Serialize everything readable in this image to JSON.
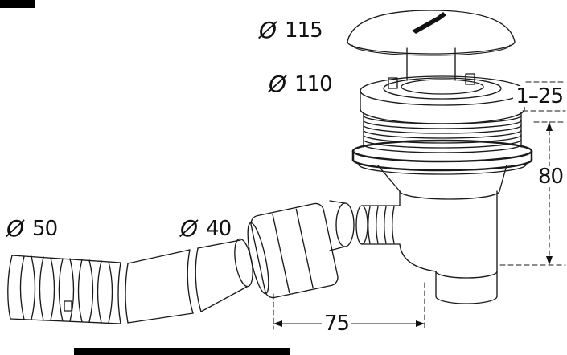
{
  "dimensions": {
    "cap_diameter": {
      "symbol": "Ø",
      "value": "115"
    },
    "flange_diameter": {
      "symbol": "Ø",
      "value": "110"
    },
    "hose_inlet_diameter": {
      "symbol": "Ø",
      "value": "50"
    },
    "hose_outlet_diameter": {
      "symbol": "Ø",
      "value": "40"
    },
    "adjustment_range": "1–25",
    "height": "80",
    "width": "75"
  }
}
